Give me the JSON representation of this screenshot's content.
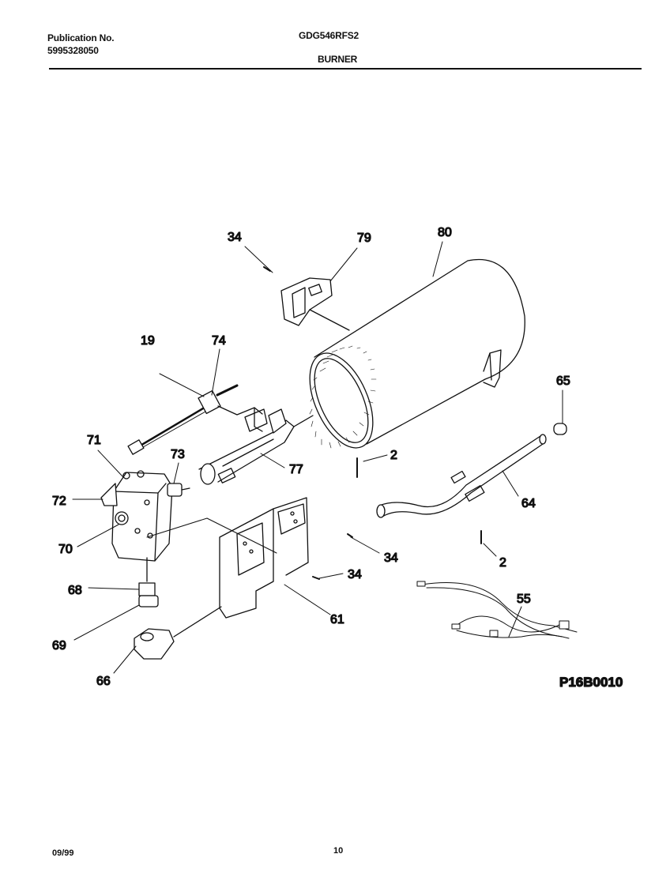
{
  "header": {
    "publication_label": "Publication No.",
    "publication_number": "5995328050",
    "model": "GDG546RFS2",
    "section": "BURNER"
  },
  "diagram": {
    "code": "P16B0010",
    "callouts": {
      "c34a": "34",
      "c79": "79",
      "c80": "80",
      "c19": "19",
      "c74": "74",
      "c71": "71",
      "c73": "73",
      "c72": "72",
      "c70": "70",
      "c77": "77",
      "c2a": "2",
      "c65": "65",
      "c64": "64",
      "c34b": "34",
      "c2b": "2",
      "c34c": "34",
      "c68": "68",
      "c61": "61",
      "c55": "55",
      "c69": "69",
      "c66": "66"
    }
  },
  "footer": {
    "date": "09/99",
    "page": "10"
  }
}
